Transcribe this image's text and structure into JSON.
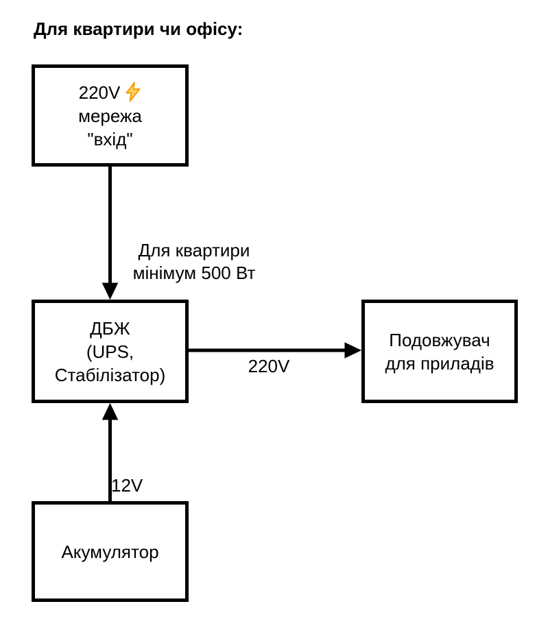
{
  "title": "Для квартири чи офісу:",
  "nodes": {
    "input_power": {
      "voltage": "220V",
      "icon": "lightning-bolt",
      "rest": "мережа\n\"вхід\""
    },
    "ups": {
      "label": "ДБЖ\n(UPS,\nСтабілізатор)"
    },
    "extension": {
      "label": "Подовжувач\nдля приладів"
    },
    "battery": {
      "label": "Акумулятор"
    }
  },
  "edges": {
    "input_to_ups": {
      "label": "Для квартири\nмінімум 500 Вт",
      "direction": "down"
    },
    "ups_to_extension": {
      "label": "220V",
      "direction": "right"
    },
    "battery_to_ups": {
      "label": "12V",
      "direction": "up"
    }
  },
  "colors": {
    "ink": "#000000",
    "background": "#ffffff",
    "lightning_stroke": "#f59b00",
    "lightning_fill": "#ffd45e"
  }
}
